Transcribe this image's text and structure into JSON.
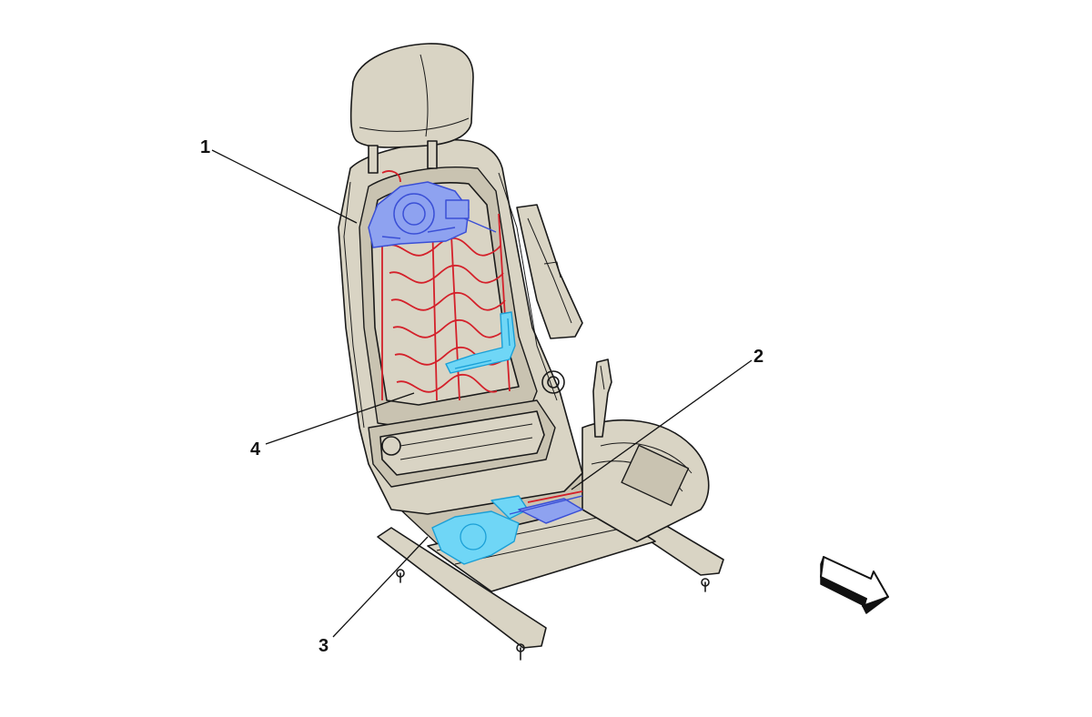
{
  "callouts": [
    {
      "id": "1",
      "label": "1"
    },
    {
      "id": "2",
      "label": "2"
    },
    {
      "id": "3",
      "label": "3"
    },
    {
      "id": "4",
      "label": "4"
    }
  ],
  "colors": {
    "seat_fill": "#d9d4c4",
    "heater_wire": "#d4202a",
    "airbag_module": "#8ea2f0",
    "harness_cyan": "#6fd6f6",
    "outline": "#1a1a1a"
  },
  "icons": {
    "direction_arrow": "direction-arrow-icon"
  }
}
